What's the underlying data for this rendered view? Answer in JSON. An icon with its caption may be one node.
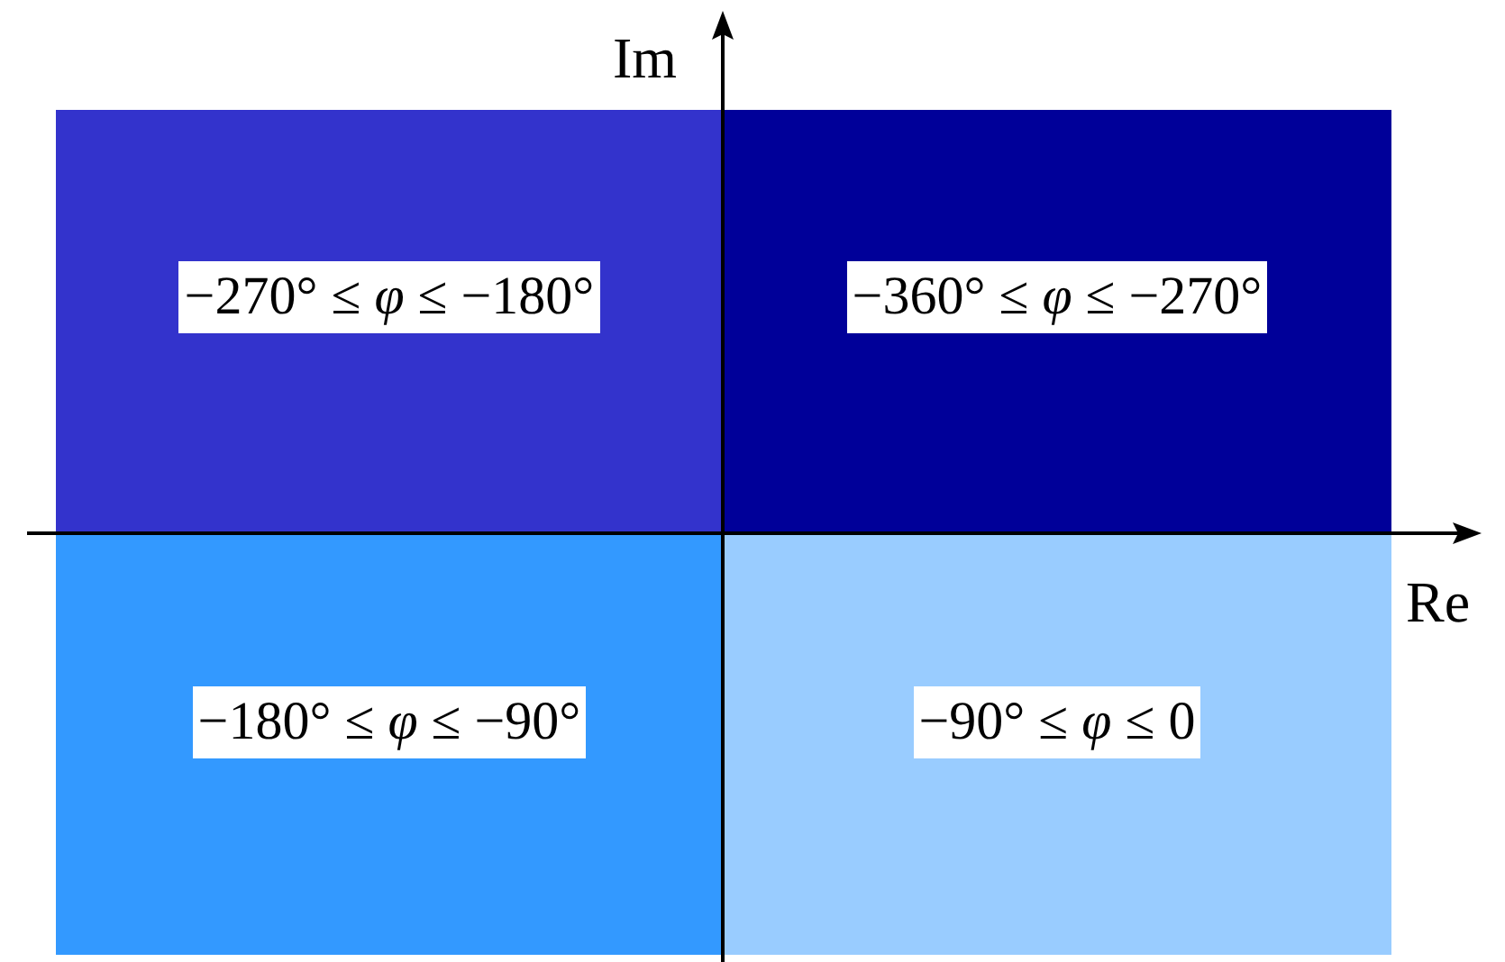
{
  "diagram": {
    "nodes": [
      {
        "text": [
          "−270° ≤ *φ* ≤ −180°"
        ]
      },
      {
        "text": [
          "−360° ≤ *φ* ≤ −270°"
        ]
      },
      {
        "text": [
          "−180° ≤ *φ* ≤ −90°"
        ]
      },
      {
        "text": [
          "−90° ≤ *φ* ≤ 0"
        ]
      }
    ],
    "labels": [
      "Im",
      "Re"
    ]
  }
}
